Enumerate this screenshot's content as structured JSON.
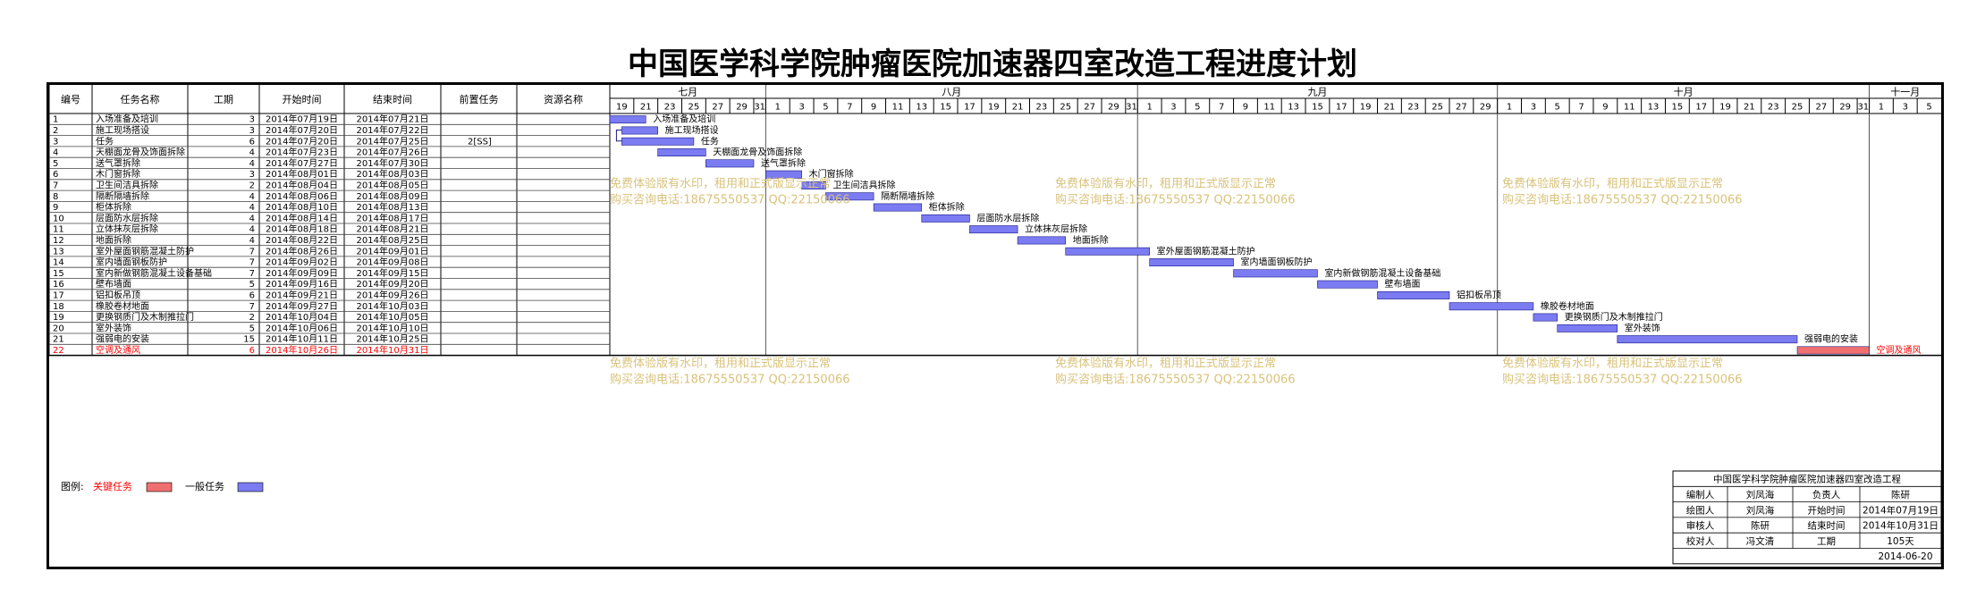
{
  "title": "中国医学科学院肿瘤医院加速器四室改造工程进度计划",
  "columns": [
    "编号",
    "任务名称",
    "工期",
    "开始时间",
    "结束时间",
    "前置任务",
    "资源名称"
  ],
  "months": [
    "七月",
    "八月",
    "九月",
    "十月",
    "十一月"
  ],
  "colors": {
    "normal": "#7b7bf2",
    "critical": "#f07070",
    "critical_text": "#ff0000",
    "watermark": "#d9c27a"
  },
  "watermark": {
    "line1": "免费体验版有水印，租用和正式版显示正常",
    "line2": "购买咨询电话:18675550537 QQ:22150066"
  },
  "legend": {
    "label": "图例:",
    "critical": "关键任务",
    "normal": "一般任务"
  },
  "info": {
    "project": "中国医学科学院肿瘤医院加速器四室改造工程",
    "rows": [
      [
        "编制人",
        "刘凤海",
        "负责人",
        "陈研"
      ],
      [
        "绘图人",
        "刘凤海",
        "开始时间",
        "2014年07月19日"
      ],
      [
        "审核人",
        "陈研",
        "结束时间",
        "2014年10月31日"
      ],
      [
        "校对人",
        "冯文清",
        "工期",
        "105天"
      ]
    ],
    "date": "2014-06-20"
  },
  "chart_data": {
    "type": "gantt",
    "title": "中国医学科学院肿瘤医院加速器四室改造工程进度计划",
    "xlim": [
      "2014-07-19",
      "2014-11-06"
    ],
    "tasks": [
      {
        "id": "1",
        "name": "入场准备及培训",
        "dur": "3",
        "start": "2014年07月19日",
        "end": "2014年07月21日",
        "pred": "",
        "s": "2014-07-19",
        "e": "2014-07-21",
        "critical": false
      },
      {
        "id": "2",
        "name": "施工现场搭设",
        "dur": "3",
        "start": "2014年07月20日",
        "end": "2014年07月22日",
        "pred": "",
        "s": "2014-07-20",
        "e": "2014-07-22",
        "critical": false
      },
      {
        "id": "3",
        "name": "任务",
        "dur": "6",
        "start": "2014年07月20日",
        "end": "2014年07月25日",
        "pred": "2[SS]",
        "s": "2014-07-20",
        "e": "2014-07-25",
        "critical": false
      },
      {
        "id": "4",
        "name": "天棚面龙骨及饰面拆除",
        "dur": "4",
        "start": "2014年07月23日",
        "end": "2014年07月26日",
        "pred": "",
        "s": "2014-07-23",
        "e": "2014-07-26",
        "critical": false
      },
      {
        "id": "5",
        "name": "送气罩拆除",
        "dur": "4",
        "start": "2014年07月27日",
        "end": "2014年07月30日",
        "pred": "",
        "s": "2014-07-27",
        "e": "2014-07-30",
        "critical": false
      },
      {
        "id": "6",
        "name": "木门窗拆除",
        "dur": "3",
        "start": "2014年08月01日",
        "end": "2014年08月03日",
        "pred": "",
        "s": "2014-08-01",
        "e": "2014-08-03",
        "critical": false
      },
      {
        "id": "7",
        "name": "卫生间洁具拆除",
        "dur": "2",
        "start": "2014年08月04日",
        "end": "2014年08月05日",
        "pred": "",
        "s": "2014-08-04",
        "e": "2014-08-05",
        "critical": false
      },
      {
        "id": "8",
        "name": "隔断隔墙拆除",
        "dur": "4",
        "start": "2014年08月06日",
        "end": "2014年08月09日",
        "pred": "",
        "s": "2014-08-06",
        "e": "2014-08-09",
        "critical": false
      },
      {
        "id": "9",
        "name": "柜体拆除",
        "dur": "4",
        "start": "2014年08月10日",
        "end": "2014年08月13日",
        "pred": "",
        "s": "2014-08-10",
        "e": "2014-08-13",
        "critical": false
      },
      {
        "id": "10",
        "name": "层面防水层拆除",
        "dur": "4",
        "start": "2014年08月14日",
        "end": "2014年08月17日",
        "pred": "",
        "s": "2014-08-14",
        "e": "2014-08-17",
        "critical": false
      },
      {
        "id": "11",
        "name": "立体抹灰层拆除",
        "dur": "4",
        "start": "2014年08月18日",
        "end": "2014年08月21日",
        "pred": "",
        "s": "2014-08-18",
        "e": "2014-08-21",
        "critical": false
      },
      {
        "id": "12",
        "name": "地面拆除",
        "dur": "4",
        "start": "2014年08月22日",
        "end": "2014年08月25日",
        "pred": "",
        "s": "2014-08-22",
        "e": "2014-08-25",
        "critical": false
      },
      {
        "id": "13",
        "name": "室外屋面钢筋混凝土防护",
        "dur": "7",
        "start": "2014年08月26日",
        "end": "2014年09月01日",
        "pred": "",
        "s": "2014-08-26",
        "e": "2014-09-01",
        "critical": false
      },
      {
        "id": "14",
        "name": "室内墙面钢板防护",
        "dur": "7",
        "start": "2014年09月02日",
        "end": "2014年09月08日",
        "pred": "",
        "s": "2014-09-02",
        "e": "2014-09-08",
        "critical": false
      },
      {
        "id": "15",
        "name": "室内新做钢筋混凝土设备基础",
        "dur": "7",
        "start": "2014年09月09日",
        "end": "2014年09月15日",
        "pred": "",
        "s": "2014-09-09",
        "e": "2014-09-15",
        "critical": false
      },
      {
        "id": "16",
        "name": "壁布墙面",
        "dur": "5",
        "start": "2014年09月16日",
        "end": "2014年09月20日",
        "pred": "",
        "s": "2014-09-16",
        "e": "2014-09-20",
        "critical": false
      },
      {
        "id": "17",
        "name": "铝扣板吊顶",
        "dur": "6",
        "start": "2014年09月21日",
        "end": "2014年09月26日",
        "pred": "",
        "s": "2014-09-21",
        "e": "2014-09-26",
        "critical": false
      },
      {
        "id": "18",
        "name": "橡胶卷材地面",
        "dur": "7",
        "start": "2014年09月27日",
        "end": "2014年10月03日",
        "pred": "",
        "s": "2014-09-27",
        "e": "2014-10-03",
        "critical": false
      },
      {
        "id": "19",
        "name": "更换钢质门及木制推拉门",
        "dur": "2",
        "start": "2014年10月04日",
        "end": "2014年10月05日",
        "pred": "",
        "s": "2014-10-04",
        "e": "2014-10-05",
        "critical": false
      },
      {
        "id": "20",
        "name": "室外装饰",
        "dur": "5",
        "start": "2014年10月06日",
        "end": "2014年10月10日",
        "pred": "",
        "s": "2014-10-06",
        "e": "2014-10-10",
        "critical": false
      },
      {
        "id": "21",
        "name": "强弱电的安装",
        "dur": "15",
        "start": "2014年10月11日",
        "end": "2014年10月25日",
        "pred": "",
        "s": "2014-10-11",
        "e": "2014-10-25",
        "critical": false
      },
      {
        "id": "22",
        "name": "空调及通风",
        "dur": "6",
        "start": "2014年10月26日",
        "end": "2014年10月31日",
        "pred": "",
        "s": "2014-10-26",
        "e": "2014-10-31",
        "critical": true
      }
    ]
  }
}
